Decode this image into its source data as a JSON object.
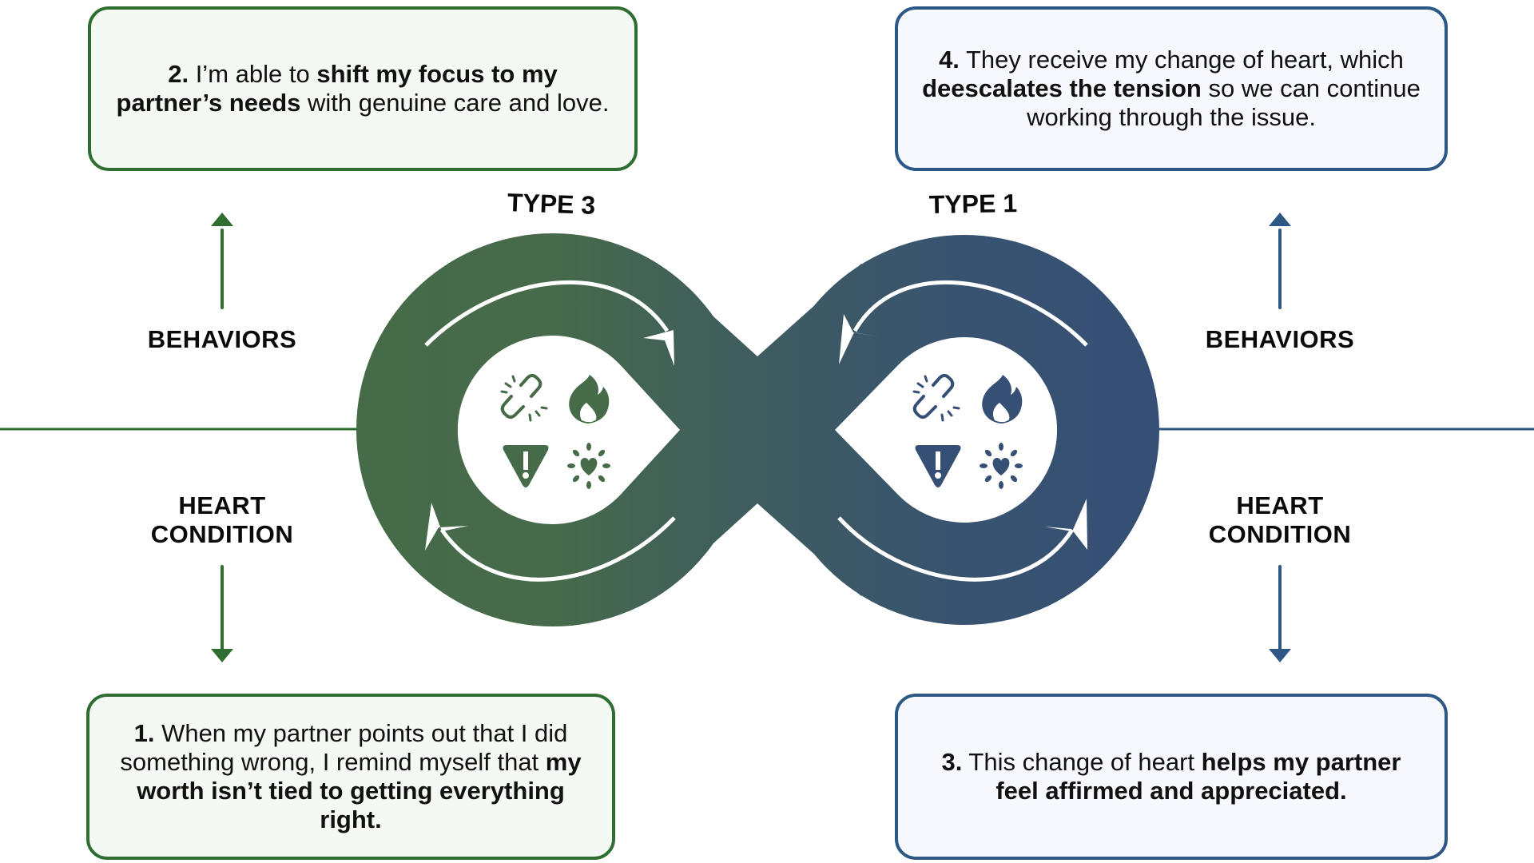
{
  "colors": {
    "type3_green": "#456b48",
    "type1_blue": "#364f75",
    "green_accent": "#2f6e30",
    "blue_accent": "#2d5785"
  },
  "cycle": {
    "left_type": "TYPE 3",
    "right_type": "TYPE 1",
    "left_icons": [
      "broken-link-icon",
      "fire-icon",
      "warning-icon",
      "glowing-heart-icon"
    ],
    "right_icons": [
      "broken-link-icon",
      "fire-icon",
      "warning-icon",
      "glowing-heart-icon"
    ]
  },
  "labels": {
    "left_behaviors": "BEHAVIORS",
    "left_heart_condition_line1": "HEART",
    "left_heart_condition_line2": "CONDITION",
    "right_behaviors": "BEHAVIORS",
    "right_heart_condition_line1": "HEART",
    "right_heart_condition_line2": "CONDITION"
  },
  "steps": {
    "step1": {
      "number": "1.",
      "parts": [
        " When my partner points out that I did something wrong, I remind myself that ",
        "my worth isn’t tied to getting everything right."
      ]
    },
    "step2": {
      "number": "2.",
      "parts": [
        " I’m able to ",
        "shift my focus to my partner’s needs",
        " with genuine care and love."
      ]
    },
    "step3": {
      "number": "3.",
      "parts": [
        " This change of heart ",
        "helps my partner feel affirmed and appreciated."
      ]
    },
    "step4": {
      "number": "4.",
      "parts": [
        " They receive my change of heart, which ",
        "deescalates the tension",
        " so we can continue working through the issue."
      ]
    }
  }
}
